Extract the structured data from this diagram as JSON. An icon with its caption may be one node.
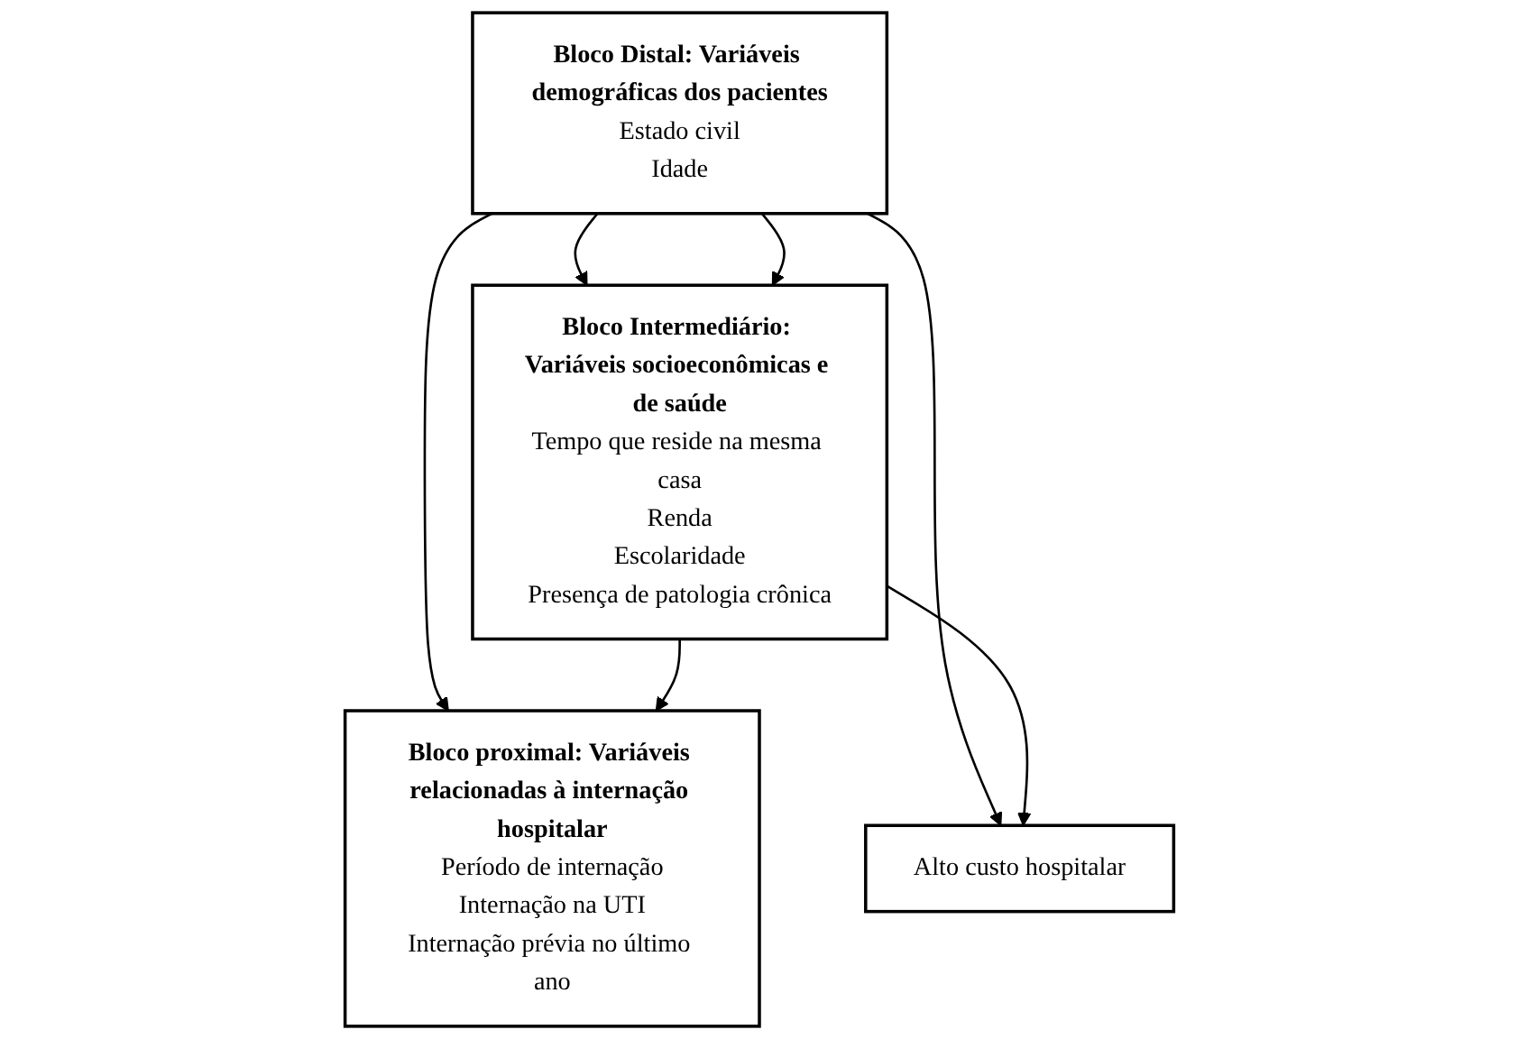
{
  "diagram": {
    "nodes": [
      {
        "text": [
          "Bloco Distal: Variáveis demográficas dos pacientes",
          "Estado civil",
          "Idade"
        ]
      },
      {
        "text": [
          "Bloco Intermediário: Variáveis socioeconômicas e de saúde",
          "Tempo que reside na mesma casa",
          "Renda",
          "Escolaridade",
          "Presença de patologia crônica"
        ]
      },
      {
        "text": [
          "Bloco proximal: Variáveis relacionadas à internação hospitalar",
          "Período de internação",
          "Internação na UTI",
          "Internação prévia no último ano"
        ]
      },
      {
        "text": [
          "Alto custo hospitalar"
        ]
      }
    ],
    "edges": [
      {
        "from": 0,
        "to": 1,
        "arrow": "to"
      },
      {
        "from": 0,
        "to": 2,
        "arrow": "to"
      },
      {
        "from": 0,
        "to": 3,
        "arrow": "to"
      },
      {
        "from": 0,
        "to": 1,
        "arrow": "to"
      },
      {
        "from": 1,
        "to": 2,
        "arrow": "to"
      },
      {
        "from": 1,
        "to": 3,
        "arrow": "to"
      }
    ]
  }
}
